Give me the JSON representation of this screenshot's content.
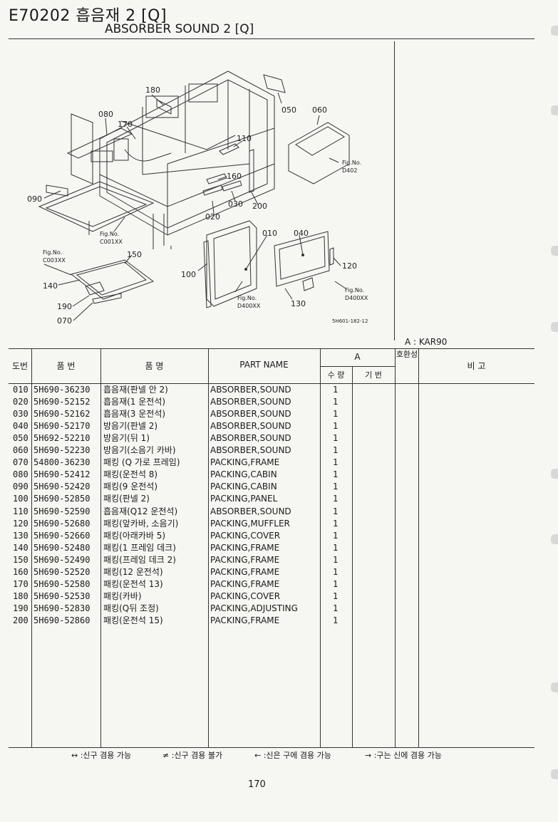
{
  "header": {
    "code_title": "E70202  흡음재 2  [Q]",
    "english_title": "ABSORBER SOUND 2 [Q]"
  },
  "diagram": {
    "callouts": [
      "180",
      "080",
      "170",
      "050",
      "060",
      "110",
      "160",
      "030",
      "200",
      "090",
      "020",
      "010",
      "040",
      "100",
      "150",
      "120",
      "140",
      "190",
      "130",
      "070"
    ],
    "fig_refs": {
      "d402": [
        "Fig.No.",
        "D402"
      ],
      "c001": [
        "Fig.No.",
        "C001XX"
      ],
      "c003": [
        "Fig.No.",
        "C003XX"
      ],
      "d400a": [
        "Fig.No.",
        "D400XX"
      ],
      "d400b": [
        "Fig.No.",
        "D400XX"
      ]
    },
    "drawing_code": "5H601-182-12"
  },
  "model_note": "A : KAR90",
  "table": {
    "headers": {
      "no": "도번",
      "part_no": "품   번",
      "name_kr": "품         명",
      "part_name": "PART  NAME",
      "group_a": "A",
      "qty": "수 량",
      "base_no": "기 번",
      "interchange": "호환성",
      "remarks": "비         고"
    },
    "rows": [
      {
        "no": "010",
        "part_no": "5H690-36230",
        "name_kr": "흡음재(판넬 안 2)",
        "part_name": "ABSORBER,SOUND",
        "qty": "1"
      },
      {
        "no": "020",
        "part_no": "5H690-52152",
        "name_kr": "흡음재(1 운전석)",
        "part_name": "ABSORBER,SOUND",
        "qty": "1"
      },
      {
        "no": "030",
        "part_no": "5H690-52162",
        "name_kr": "흡음재(3 운전석)",
        "part_name": "ABSORBER,SOUND",
        "qty": "1"
      },
      {
        "no": "040",
        "part_no": "5H690-52170",
        "name_kr": "방음기(판넬 2)",
        "part_name": "ABSORBER,SOUND",
        "qty": "1"
      },
      {
        "no": "050",
        "part_no": "5H692-52210",
        "name_kr": "방음기(뒤 1)",
        "part_name": "ABSORBER,SOUND",
        "qty": "1"
      },
      {
        "no": "060",
        "part_no": "5H690-52230",
        "name_kr": "방음기(소음기 카바)",
        "part_name": "ABSORBER,SOUND",
        "qty": "1"
      },
      {
        "no": "070",
        "part_no": "54800-36230",
        "name_kr": "패킹 (Q 가로 프레임)",
        "part_name": "PACKING,FRAME",
        "qty": "1"
      },
      {
        "no": "080",
        "part_no": "5H690-52412",
        "name_kr": "패킹(운전석 8)",
        "part_name": "PACKING,CABIN",
        "qty": "1"
      },
      {
        "no": "090",
        "part_no": "5H690-52420",
        "name_kr": "패킹(9 운전석)",
        "part_name": "PACKING,CABIN",
        "qty": "1"
      },
      {
        "no": "100",
        "part_no": "5H690-52850",
        "name_kr": "패킹(판넬 2)",
        "part_name": "PACKING,PANEL",
        "qty": "1"
      },
      {
        "no": "110",
        "part_no": "5H690-52590",
        "name_kr": "흡음재(Q12 운전석)",
        "part_name": "ABSORBER,SOUND",
        "qty": "1"
      },
      {
        "no": "120",
        "part_no": "5H690-52680",
        "name_kr": "패킹(앞카바, 소음기)",
        "part_name": "PACKING,MUFFLER",
        "qty": "1"
      },
      {
        "no": "130",
        "part_no": "5H690-52660",
        "name_kr": "패킹(아래카바 5)",
        "part_name": "PACKING,COVER",
        "qty": "1"
      },
      {
        "no": "140",
        "part_no": "5H690-52480",
        "name_kr": "패킹(1 프레임 데크)",
        "part_name": "PACKING,FRAME",
        "qty": "1"
      },
      {
        "no": "150",
        "part_no": "5H690-52490",
        "name_kr": "패킹(프레임 데크 2)",
        "part_name": "PACKING,FRAME",
        "qty": "1"
      },
      {
        "no": "160",
        "part_no": "5H690-52520",
        "name_kr": "패킹(12 운전석)",
        "part_name": "PACKING,FRAME",
        "qty": "1"
      },
      {
        "no": "170",
        "part_no": "5H690-52580",
        "name_kr": "패킹(운전석 13)",
        "part_name": "PACKING,FRAME",
        "qty": "1"
      },
      {
        "no": "180",
        "part_no": "5H690-52530",
        "name_kr": "패킹(카바)",
        "part_name": "PACKING,COVER",
        "qty": "1"
      },
      {
        "no": "190",
        "part_no": "5H690-52830",
        "name_kr": "패킹(Q뒤 조정)",
        "part_name": "PACKING,ADJUSTING",
        "qty": "1"
      },
      {
        "no": "200",
        "part_no": "5H690-52860",
        "name_kr": "패킹(운전석 15)",
        "part_name": "PACKING,FRAME",
        "qty": "1"
      }
    ]
  },
  "legend": [
    "↔ :신구 겸용 가능",
    "≠ :신구 겸용 불가",
    "← :신은 구에 겸용 가능",
    "→ :구는 신에 겸용 가능"
  ],
  "page_number": "170"
}
